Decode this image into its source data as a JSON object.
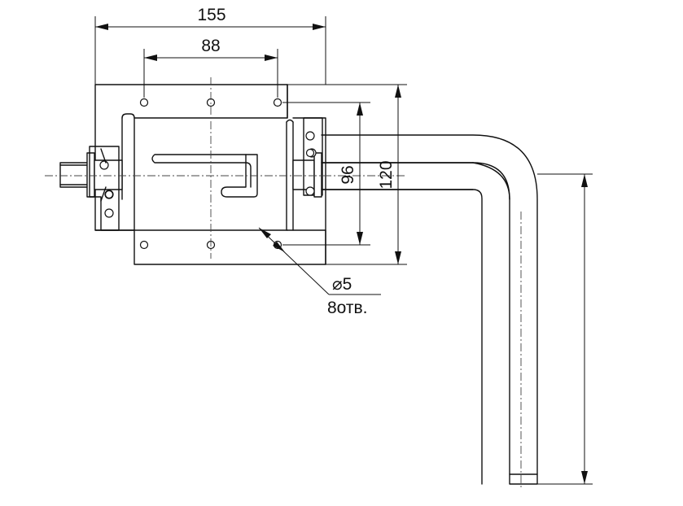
{
  "dimensions": {
    "overall_width": "155",
    "hole_spacing": "88",
    "inner_height": "96",
    "overall_height": "120"
  },
  "note": {
    "hole_diameter": "⌀5",
    "hole_count": "8отв."
  }
}
